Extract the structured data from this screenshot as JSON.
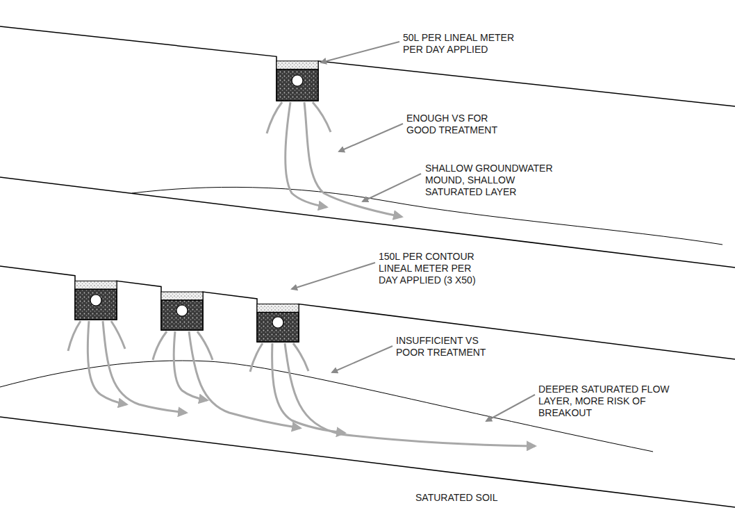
{
  "diagram": {
    "labels": [
      "50L PER LINEAL METER PER DAY APPLIED",
      "ENOUGH VS FOR GOOD TREATMENT",
      "SHALLOW GROUNDWATER MOUND, SHALLOW SATURATED LAYER",
      "150L PER CONTOUR LINEAL METER PER DAY APPLIED (3 X50)",
      "INSUFFICIENT VS POOR TREATMENT",
      "DEEPER SATURATED FLOW LAYER, MORE RISK OF BREAKOUT",
      "SATURATED SOIL"
    ]
  }
}
